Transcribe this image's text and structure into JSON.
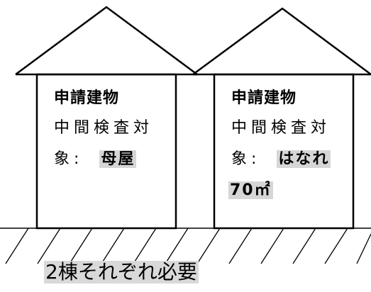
{
  "left_house": {
    "title": "申請建物",
    "line1": "中間検査対",
    "line2_prefix": "象:",
    "highlight": "母屋"
  },
  "right_house": {
    "title": "申請建物",
    "line1": "中間検査対",
    "line2_prefix": "象:",
    "highlight": "はなれ",
    "area": "70㎡"
  },
  "footer": "2棟それぞれ必要"
}
